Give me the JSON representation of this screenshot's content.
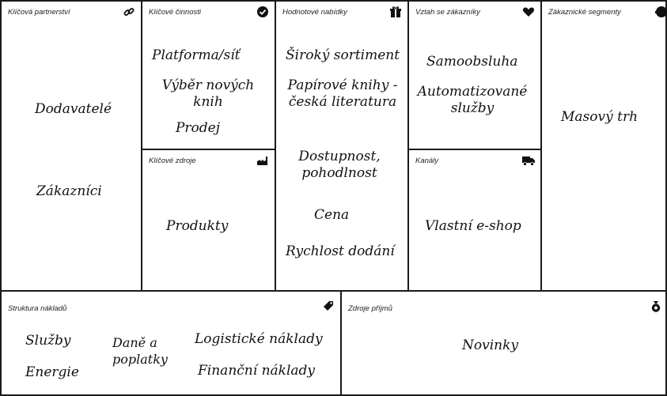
{
  "canvas": {
    "key_partners": {
      "title": "Klíčová partnerství",
      "icon": "link-icon",
      "items": [
        "Dodavatelé",
        "Zákazníci"
      ]
    },
    "key_activities": {
      "title": "Klíčové činnosti",
      "icon": "check-circle-icon",
      "items": [
        "Platforma/síť",
        "Výběr nových knih",
        "Prodej"
      ]
    },
    "key_resources": {
      "title": "Klíčové zdroje",
      "icon": "factory-icon",
      "items": [
        "Produkty"
      ]
    },
    "value_propositions": {
      "title": "Hodnotové nabídky",
      "icon": "gift-icon",
      "items": [
        "Široký sortiment",
        "Papírové knihy - česká literatura",
        "Dostupnost, pohodlnost",
        "Cena",
        "Rychlost dodání"
      ]
    },
    "customer_relationships": {
      "title": "Vztah se zákazníky",
      "icon": "heart-icon",
      "items": [
        "Samoobsluha",
        "Automatizované služby"
      ]
    },
    "channels": {
      "title": "Kanály",
      "icon": "truck-icon",
      "items": [
        "Vlastní e-shop"
      ]
    },
    "customer_segments": {
      "title": "Zákaznické segmenty",
      "icon": "user-head-icon",
      "items": [
        "Masový trh"
      ]
    },
    "cost_structure": {
      "title": "Struktura nákladů",
      "icon": "tag-icon",
      "items": [
        "Služby",
        "Daně a poplatky",
        "Logistické náklady",
        "Energie",
        "Finanční náklady"
      ]
    },
    "revenue_streams": {
      "title": "Zdroje příjmů",
      "icon": "money-bag-icon",
      "items": [
        "Novinky"
      ]
    }
  }
}
